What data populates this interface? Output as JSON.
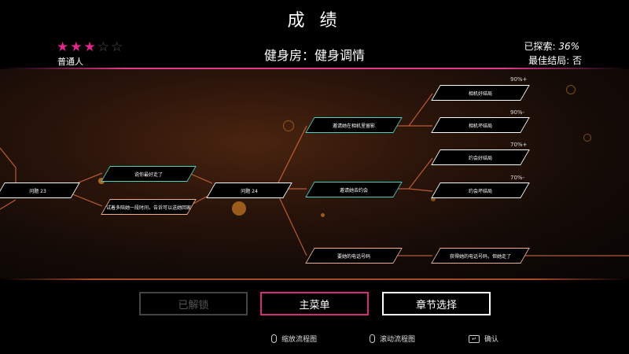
{
  "header": {
    "title": "成 绩",
    "chapter_title": "健身房：健身调情",
    "rank": "普通人",
    "rating": {
      "filled": 3,
      "total": 5
    },
    "explored_label": "已探索:",
    "explored_value": "36%",
    "ending_label": "最佳结局: 否"
  },
  "flow": {
    "nodes": [
      {
        "id": "q23",
        "label": "问题 23",
        "color": "#ffffff"
      },
      {
        "id": "ask_fav",
        "label": "说你最好走了",
        "color": "#4dd0c2"
      },
      {
        "id": "try_later",
        "label": "试着多陪她一段时间，告诉可以送她回家",
        "color": "#f0b090"
      },
      {
        "id": "q24",
        "label": "问题 24",
        "color": "#ffffff"
      },
      {
        "id": "invite_photo",
        "label": "邀请她在相机里留影",
        "color": "#4dd0c2"
      },
      {
        "id": "invite_date",
        "label": "邀请她去约会",
        "color": "#4dd0c2"
      },
      {
        "id": "ask_phone",
        "label": "要她的电话号码",
        "color": "#f0b090"
      },
      {
        "id": "end1",
        "label": "相机好结局",
        "color": "#ffffff",
        "pct": "90%+"
      },
      {
        "id": "end2",
        "label": "相机坏结局",
        "color": "#ffffff",
        "pct": "90%-"
      },
      {
        "id": "end3",
        "label": "约会好结局",
        "color": "#ffffff",
        "pct": "70%+"
      },
      {
        "id": "end4",
        "label": "约会坏结局",
        "color": "#ffffff",
        "pct": "70%-"
      },
      {
        "id": "end5",
        "label": "获得她的电话号码，但她走了",
        "color": "#f0b090"
      }
    ]
  },
  "buttons": {
    "unlocked": "已解锁",
    "main_menu": "主菜单",
    "chapter_select": "章节选择"
  },
  "hints": {
    "zoom": "缩放流程图",
    "scroll": "滚动流程图",
    "confirm": "确认"
  },
  "colors": {
    "accent": "#e0288c",
    "teal": "#4dd0c2",
    "orange_line": "#d2683a"
  }
}
